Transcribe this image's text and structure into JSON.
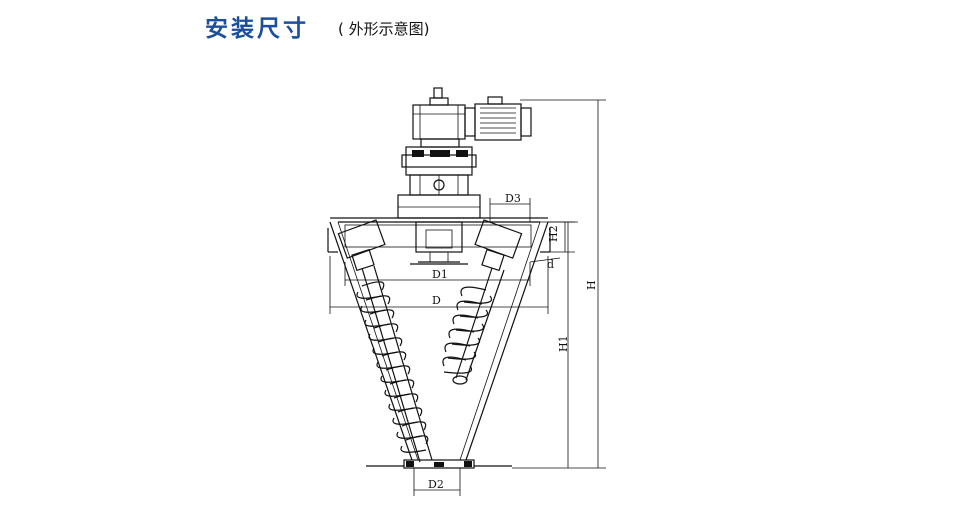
{
  "header": {
    "title": "安装尺寸",
    "subtitle": "( 外形示意图)"
  },
  "dimensions": {
    "d3": "D3",
    "h2": "H2",
    "d": "d",
    "d1": "D1",
    "big_d": "D",
    "h": "H",
    "h1": "H1",
    "d2": "D2"
  },
  "colors": {
    "title": "#1b4f9c",
    "line": "#111111"
  }
}
